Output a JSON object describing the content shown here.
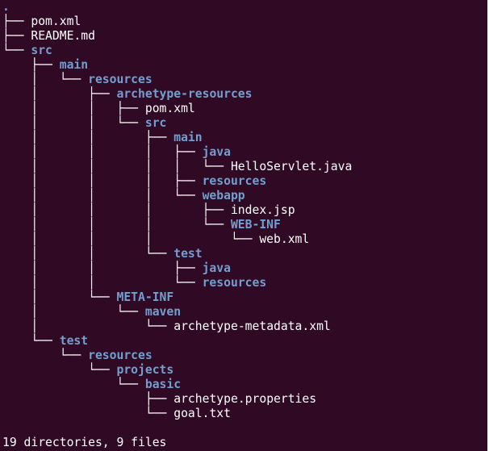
{
  "terminal": {
    "root_symbol": ".",
    "summary": "19 directories, 9 files",
    "colors": {
      "background": "#300a24",
      "text": "#ffffff",
      "directory": "#729fcf"
    }
  },
  "tree": [
    {
      "prefix": "├── ",
      "name": "pom.xml",
      "kind": "file"
    },
    {
      "prefix": "├── ",
      "name": "README.md",
      "kind": "file"
    },
    {
      "prefix": "└── ",
      "name": "src",
      "kind": "dir"
    },
    {
      "prefix": "    ├── ",
      "name": "main",
      "kind": "dir"
    },
    {
      "prefix": "    │   └── ",
      "name": "resources",
      "kind": "dir"
    },
    {
      "prefix": "    │       ├── ",
      "name": "archetype-resources",
      "kind": "dir"
    },
    {
      "prefix": "    │       │   ├── ",
      "name": "pom.xml",
      "kind": "file"
    },
    {
      "prefix": "    │       │   └── ",
      "name": "src",
      "kind": "dir"
    },
    {
      "prefix": "    │       │       ├── ",
      "name": "main",
      "kind": "dir"
    },
    {
      "prefix": "    │       │       │   ├── ",
      "name": "java",
      "kind": "dir"
    },
    {
      "prefix": "    │       │       │   │   └── ",
      "name": "HelloServlet.java",
      "kind": "file"
    },
    {
      "prefix": "    │       │       │   ├── ",
      "name": "resources",
      "kind": "dir"
    },
    {
      "prefix": "    │       │       │   └── ",
      "name": "webapp",
      "kind": "dir"
    },
    {
      "prefix": "    │       │       │       ├── ",
      "name": "index.jsp",
      "kind": "file"
    },
    {
      "prefix": "    │       │       │       └── ",
      "name": "WEB-INF",
      "kind": "dir"
    },
    {
      "prefix": "    │       │       │           └── ",
      "name": "web.xml",
      "kind": "file"
    },
    {
      "prefix": "    │       │       └── ",
      "name": "test",
      "kind": "dir"
    },
    {
      "prefix": "    │       │           ├── ",
      "name": "java",
      "kind": "dir"
    },
    {
      "prefix": "    │       │           └── ",
      "name": "resources",
      "kind": "dir"
    },
    {
      "prefix": "    │       └── ",
      "name": "META-INF",
      "kind": "dir"
    },
    {
      "prefix": "    │           └── ",
      "name": "maven",
      "kind": "dir"
    },
    {
      "prefix": "    │               └── ",
      "name": "archetype-metadata.xml",
      "kind": "file"
    },
    {
      "prefix": "    └── ",
      "name": "test",
      "kind": "dir"
    },
    {
      "prefix": "        └── ",
      "name": "resources",
      "kind": "dir"
    },
    {
      "prefix": "            └── ",
      "name": "projects",
      "kind": "dir"
    },
    {
      "prefix": "                └── ",
      "name": "basic",
      "kind": "dir"
    },
    {
      "prefix": "                    ├── ",
      "name": "archetype.properties",
      "kind": "file"
    },
    {
      "prefix": "                    └── ",
      "name": "goal.txt",
      "kind": "file"
    }
  ]
}
